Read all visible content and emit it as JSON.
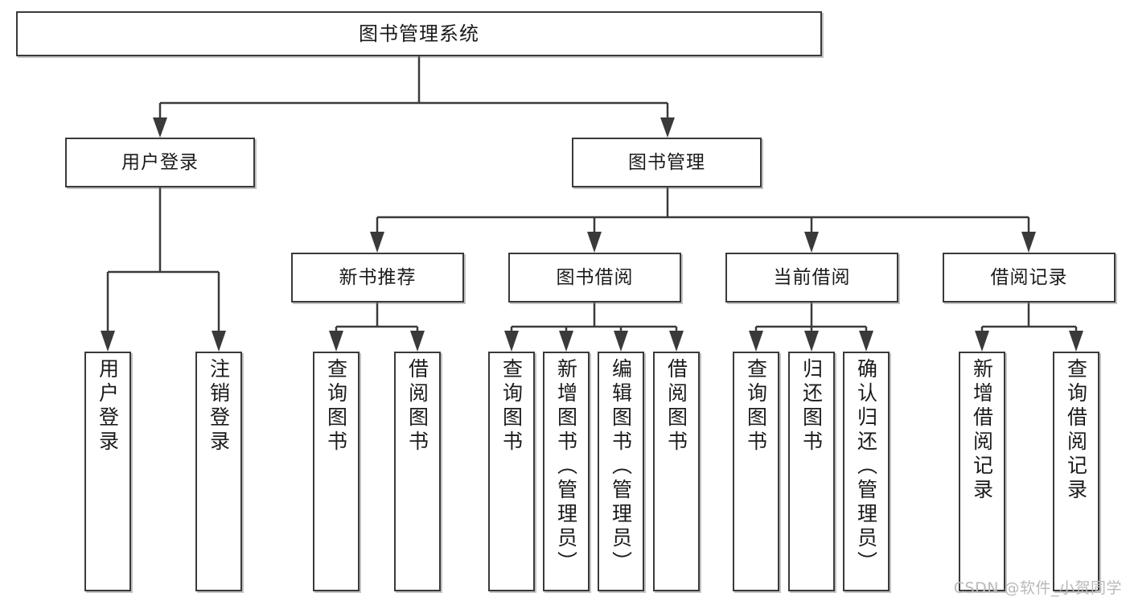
{
  "diagram": {
    "title": "图书管理系统",
    "type": "hierarchy-tree",
    "watermark": "CSDN @软件_小贺同学",
    "colors": {
      "box_border": "#3a3a3a",
      "box_fill": "#ffffff",
      "connector": "#3a3a3a",
      "text": "#1b1b1b",
      "watermark": "#b9b9b9",
      "background": "#ffffff"
    }
  },
  "nodes": {
    "root": {
      "label": "图书管理系统"
    },
    "level2": [
      {
        "id": "user-login",
        "label": "用户登录"
      },
      {
        "id": "book-manage",
        "label": "图书管理"
      }
    ],
    "level3": [
      {
        "id": "new-book-recommend",
        "label": "新书推荐"
      },
      {
        "id": "book-borrow",
        "label": "图书借阅"
      },
      {
        "id": "current-borrow",
        "label": "当前借阅"
      },
      {
        "id": "borrow-record",
        "label": "借阅记录"
      }
    ],
    "leaves": {
      "user_login": [
        {
          "id": "leaf-user-login",
          "label": "用户登录"
        },
        {
          "id": "leaf-logout-login",
          "label": "注销登录"
        }
      ],
      "new_book_recommend": [
        {
          "id": "leaf-query-book-1",
          "label": "查询图书"
        },
        {
          "id": "leaf-borrow-book-1",
          "label": "借阅图书"
        }
      ],
      "book_borrow": [
        {
          "id": "leaf-query-book-2",
          "label": "查询图书"
        },
        {
          "id": "leaf-add-book",
          "label": "新增图书（管理员）"
        },
        {
          "id": "leaf-edit-book",
          "label": "编辑图书（管理员）"
        },
        {
          "id": "leaf-borrow-book-2",
          "label": "借阅图书"
        }
      ],
      "current_borrow": [
        {
          "id": "leaf-query-book-3",
          "label": "查询图书"
        },
        {
          "id": "leaf-return-book",
          "label": "归还图书"
        },
        {
          "id": "leaf-confirm-return",
          "label": "确认归还（管理员）"
        }
      ],
      "borrow_record": [
        {
          "id": "leaf-add-borrow-record",
          "label": "新增借阅记录"
        },
        {
          "id": "leaf-query-borrow-record",
          "label": "查询借阅记录"
        }
      ]
    }
  }
}
